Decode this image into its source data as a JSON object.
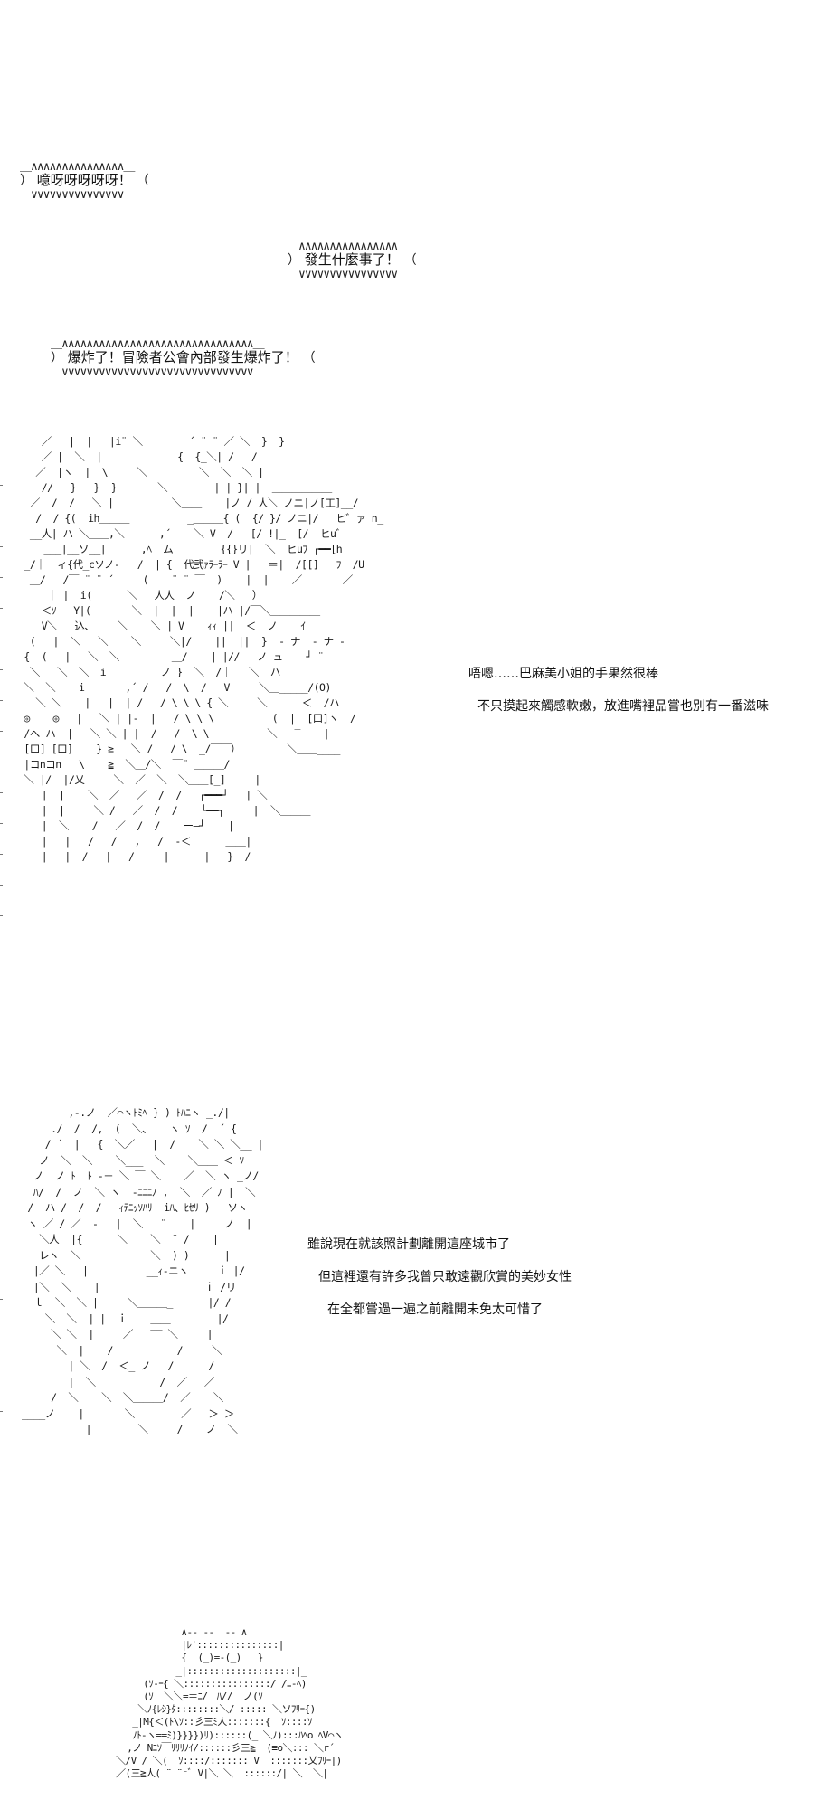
{
  "shouts": [
    {
      "text": "噫呀呀呀呀呀！"
    },
    {
      "text": "發生什麼事了！"
    },
    {
      "text": "爆炸了！冒險者公會內部發生爆炸了！"
    }
  ],
  "panel1": {
    "dialogue": [
      "唔嗯……巴麻美小姐的手果然很棒",
      "不只摸起來觸感軟嫩，放進嘴裡品嘗也別有一番滋味"
    ]
  },
  "panel2": {
    "dialogue": [
      "雖說現在就該照計劃離開這座城市了",
      "但這裡還有許多我曾只敢遠觀欣賞的美妙女性",
      "在全都嘗過一遍之前離開未免太可惜了"
    ]
  }
}
